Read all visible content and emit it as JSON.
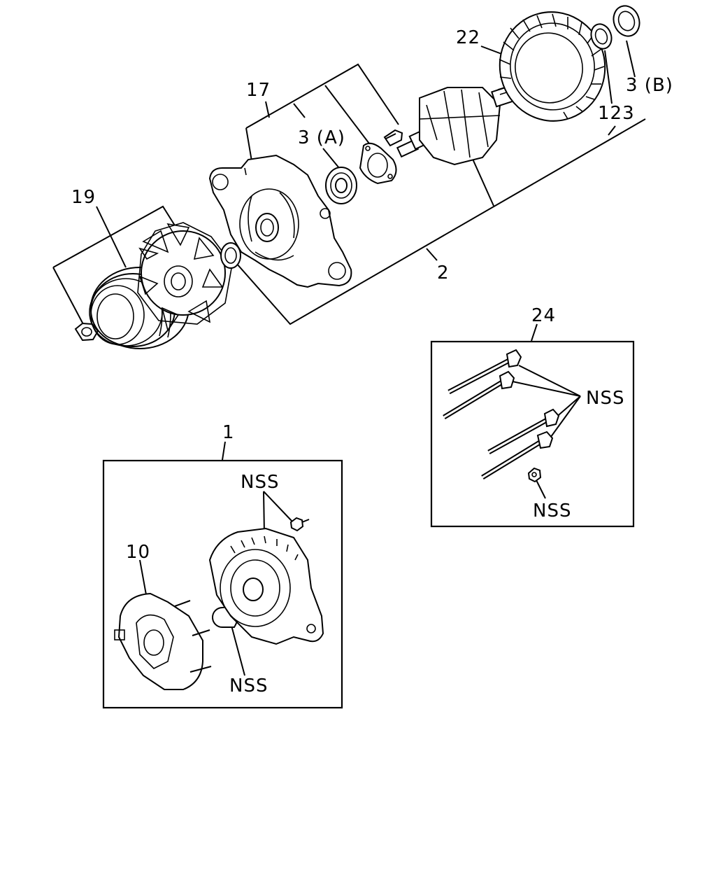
{
  "callouts": {
    "c22": "22",
    "c17": "17",
    "c3a": "3 (A)",
    "c3b": "3 (B)",
    "c123": "123",
    "c19": "19",
    "c2": "2",
    "c24": "24",
    "c1": "1",
    "c10": "10",
    "nss_bolts": "NSS",
    "nss_nut": "NSS",
    "nss_screw": "NSS",
    "nss_bushing": "NSS"
  }
}
